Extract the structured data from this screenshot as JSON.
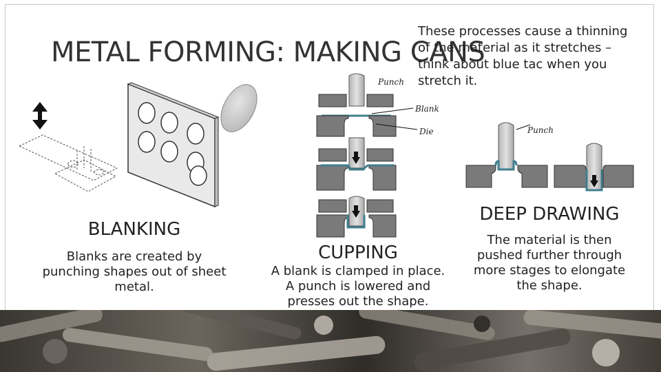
{
  "title": "METAL FORMING: MAKING CANS",
  "note_lines": [
    "These processes cause a thinning",
    "of the material as it stretches –",
    "think about blue tac when you",
    "stretch it."
  ],
  "diagram_labels": {
    "punch_1": "Punch",
    "blank": "Blank",
    "die": "Die",
    "punch_2": "Punch"
  },
  "sections": {
    "blanking": {
      "heading": "BLANKING",
      "lines": [
        "Blanks are created by",
        "punching shapes out of sheet",
        "metal."
      ]
    },
    "cupping": {
      "heading": "CUPPING",
      "lines": [
        "A blank is clamped in place.",
        "A punch is lowered and",
        "presses out the shape."
      ]
    },
    "deep_drawing": {
      "heading": "DEEP DRAWING",
      "lines": [
        "The material is then",
        "pushed further through",
        "more stages to elongate",
        "the shape."
      ]
    }
  },
  "colors": {
    "die": "#7a7a7a",
    "punch": "#c9c9c9",
    "blank": "#6ea8b4",
    "sheet": "#f2f2f2"
  }
}
